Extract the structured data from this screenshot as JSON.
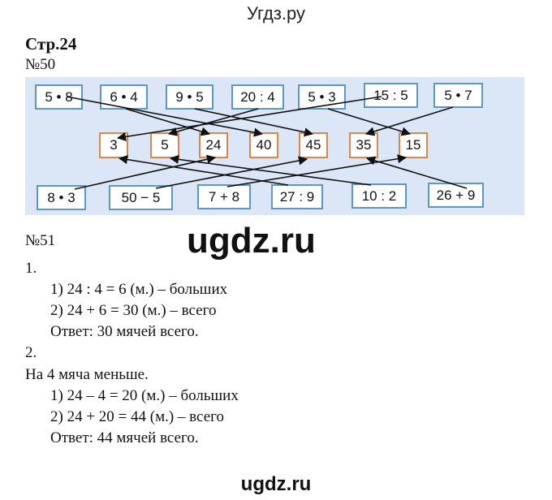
{
  "header": {
    "site_title": "Угдз.ру"
  },
  "page": {
    "label": "Стр.24"
  },
  "exercise50": {
    "label": "№50",
    "top_boxes": [
      "5 • 8",
      "6 • 4",
      "9 • 5",
      "20 : 4",
      "5 • 3",
      "15 : 5",
      "5 • 7"
    ],
    "answers": [
      "3",
      "5",
      "24",
      "40",
      "45",
      "35",
      "15"
    ],
    "bottom_boxes": [
      "8 • 3",
      "50 − 5",
      "7 + 8",
      "27 : 9",
      "10 : 2",
      "26 + 9"
    ],
    "colors": {
      "panel": "#dbe7f6",
      "expression_border": "#5a98c9",
      "answer_border": "#e0864a"
    }
  },
  "watermark": {
    "middle": "ugdz.ru",
    "bottom": "ugdz.ru"
  },
  "exercise51": {
    "label": "№51",
    "part1": {
      "number": "1.",
      "steps": [
        "1) 24 : 4 = 6 (м.) – больших",
        "2) 24 + 6 = 30 (м.) – всего"
      ],
      "answer": "Ответ: 30 мячей всего."
    },
    "part2": {
      "number": "2.",
      "intro": "На 4 мяча меньше.",
      "steps": [
        "1) 24 – 4 = 20 (м.) – больших",
        "2) 24 + 20 = 44 (м.) – всего"
      ],
      "answer": "Ответ: 44 мячей всего."
    }
  }
}
